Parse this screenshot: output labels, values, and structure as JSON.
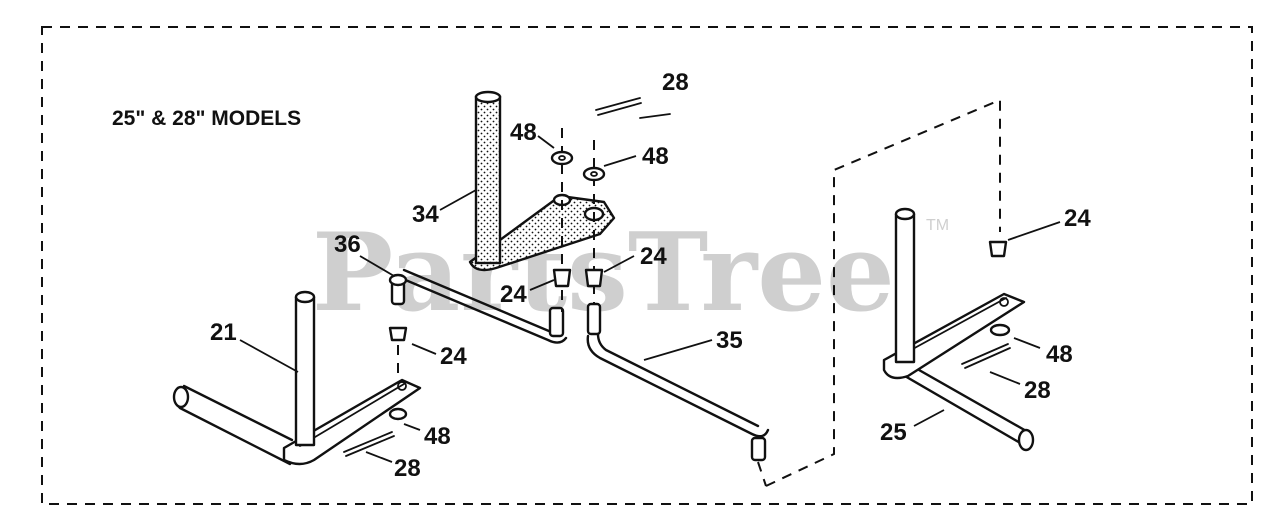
{
  "title": "25\" & 28\" MODELS",
  "watermark": {
    "text": "PartsTree",
    "trademark": "TM",
    "color": "#cfcfcf"
  },
  "callouts": {
    "c21": "21",
    "c24_left": "24",
    "c48_left": "48",
    "c28_left": "28",
    "c36": "36",
    "c34": "34",
    "c48_top_left": "48",
    "c28_top": "28",
    "c48_top_right": "48",
    "c24_center_right": "24",
    "c24_center_left": "24",
    "c35": "35",
    "c24_right": "24",
    "c48_right": "48",
    "c28_right": "28",
    "c25": "25"
  },
  "colors": {
    "ink": "#111111",
    "background": "#ffffff"
  }
}
